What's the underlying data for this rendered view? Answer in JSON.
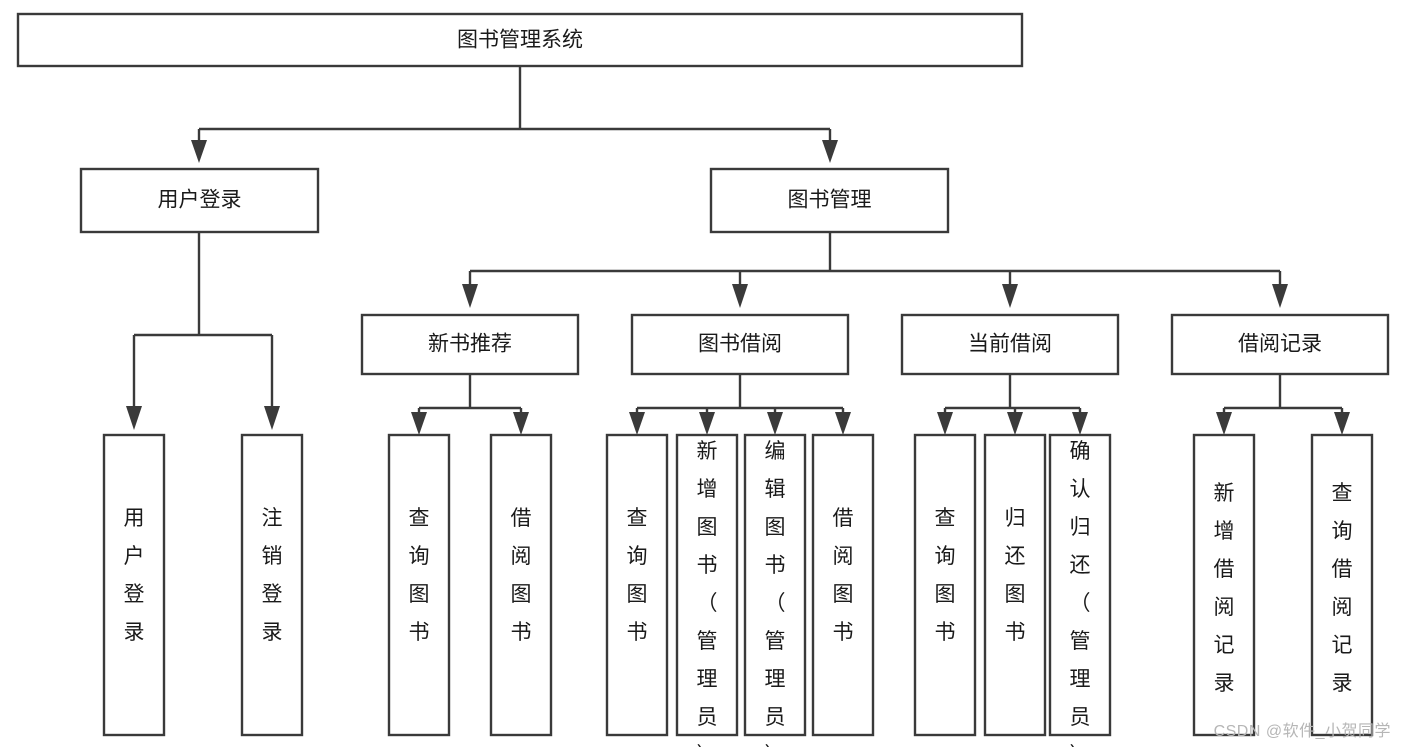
{
  "diagram": {
    "title": "图书管理系统",
    "type": "tree-hierarchy-diagram",
    "root": {
      "id": "root",
      "label": "图书管理系统"
    },
    "level2": [
      {
        "id": "user-login",
        "label": "用户登录"
      },
      {
        "id": "book-management",
        "label": "图书管理"
      }
    ],
    "level3": [
      {
        "id": "new-book-recommend",
        "label": "新书推荐",
        "parent": "book-management"
      },
      {
        "id": "book-borrow",
        "label": "图书借阅",
        "parent": "book-management"
      },
      {
        "id": "current-borrow",
        "label": "当前借阅",
        "parent": "book-management"
      },
      {
        "id": "borrow-record",
        "label": "借阅记录",
        "parent": "book-management"
      }
    ],
    "leaves": [
      {
        "id": "leaf-user-login",
        "label": "用户登录",
        "parent": "user-login"
      },
      {
        "id": "leaf-user-logout",
        "label": "注销登录",
        "parent": "user-login"
      },
      {
        "id": "leaf-query-book-1",
        "label": "查询图书",
        "parent": "new-book-recommend"
      },
      {
        "id": "leaf-borrow-book-1",
        "label": "借阅图书",
        "parent": "new-book-recommend"
      },
      {
        "id": "leaf-query-book-2",
        "label": "查询图书",
        "parent": "book-borrow"
      },
      {
        "id": "leaf-add-book",
        "label": "新增图书（管理员）",
        "parent": "book-borrow"
      },
      {
        "id": "leaf-edit-book",
        "label": "编辑图书（管理员）",
        "parent": "book-borrow"
      },
      {
        "id": "leaf-borrow-book-2",
        "label": "借阅图书",
        "parent": "book-borrow"
      },
      {
        "id": "leaf-query-book-3",
        "label": "查询图书",
        "parent": "current-borrow"
      },
      {
        "id": "leaf-return-book",
        "label": "归还图书",
        "parent": "current-borrow"
      },
      {
        "id": "leaf-confirm-return",
        "label": "确认归还（管理员）",
        "parent": "current-borrow"
      },
      {
        "id": "leaf-add-record",
        "label": "新增借阅记录",
        "parent": "borrow-record"
      },
      {
        "id": "leaf-query-record",
        "label": "查询借阅记录",
        "parent": "borrow-record"
      }
    ],
    "colors": {
      "box_stroke": "#3a3a3a",
      "box_fill": "#ffffff",
      "text": "#1a1a1a",
      "background": "#ffffff",
      "watermark": "#b6b6b6"
    }
  },
  "watermark": {
    "text": "CSDN @软件_小贺同学"
  }
}
